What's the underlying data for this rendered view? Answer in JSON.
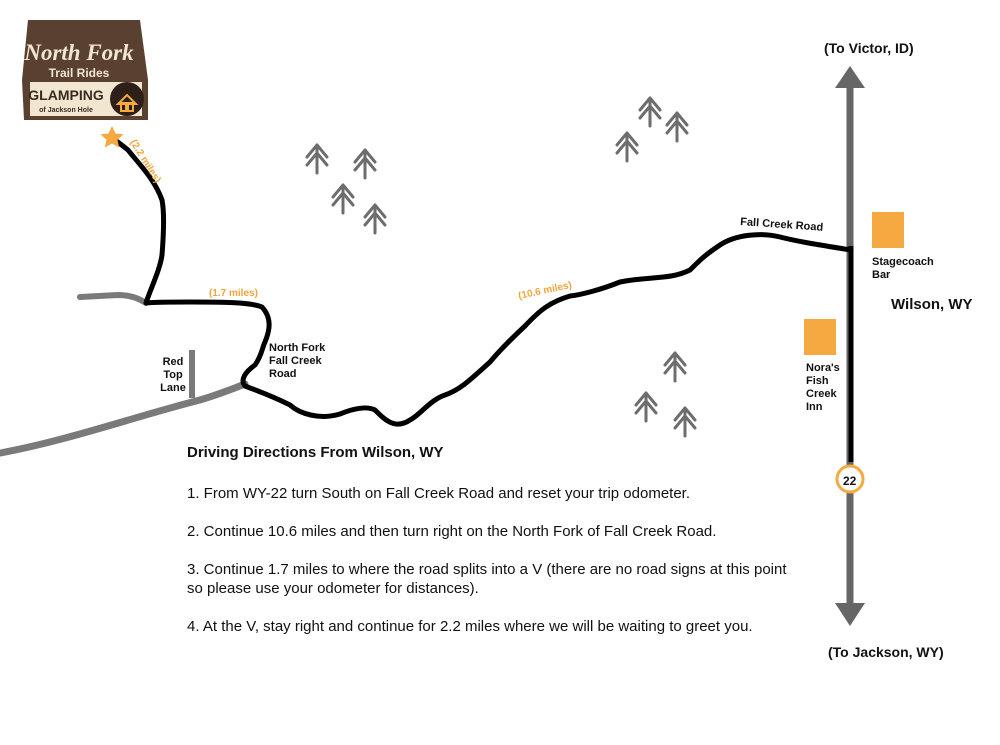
{
  "logo": {
    "line1": "North Fork",
    "line2": "Trail Rides",
    "line3": "GLAMPING",
    "line4": "of Jackson Hole"
  },
  "roads": {
    "fall_creek_road": "Fall Creek Road",
    "north_fork_fall_creek_road": [
      "North Fork",
      "Fall Creek",
      "Road"
    ],
    "red_top_lane": [
      "Red",
      "Top",
      "Lane"
    ]
  },
  "distances": {
    "leg_a": "(2.2 miles)",
    "leg_b": "(1.7 miles)",
    "leg_c": "(10.6 miles)"
  },
  "places": {
    "to_victor": "(To Victor, ID)",
    "to_jackson": "(To Jackson, WY)",
    "wilson": "Wilson, WY",
    "stagecoach": [
      "Stagecoach",
      "Bar"
    ],
    "noras": [
      "Nora's",
      "Fish",
      "Creek",
      "Inn"
    ],
    "highway_shield": "22"
  },
  "directions": {
    "title": "Driving Directions From Wilson, WY",
    "steps": [
      "1. From WY-22 turn South on Fall Creek Road and reset your trip odometer.",
      "2. Continue 10.6 miles and then turn right on the North Fork of Fall Creek Road.",
      "3. Continue 1.7 miles to where the road splits into a V (there are no road signs at this point so please use your odometer for distances).",
      "4. At the V, stay right and continue for 2.2 miles where we will be waiting to greet you."
    ]
  },
  "colors": {
    "route": "#000000",
    "side_road": "#7a7a7a",
    "accent": "#f6a940",
    "logo_brown": "#5a4030",
    "logo_cream": "#f1e6cf",
    "trees": "#6d6d6d"
  },
  "icons": [
    "star-icon",
    "tree-icon",
    "house-icon",
    "arrow-up-icon",
    "arrow-down-icon",
    "highway-shield-icon"
  ]
}
